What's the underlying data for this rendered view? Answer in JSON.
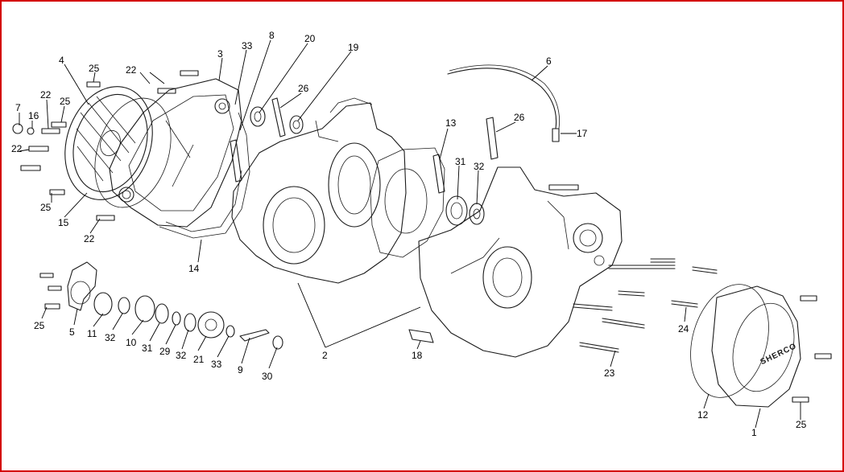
{
  "frame_color": "#d40000",
  "ink_color": "#1a1a1a",
  "brand_text": "SHERCO",
  "callouts": [
    {
      "id": "c4",
      "label": "4"
    },
    {
      "id": "c25a",
      "label": "25"
    },
    {
      "id": "c22a",
      "label": "22"
    },
    {
      "id": "c3",
      "label": "3"
    },
    {
      "id": "c33a",
      "label": "33"
    },
    {
      "id": "c8",
      "label": "8"
    },
    {
      "id": "c20",
      "label": "20"
    },
    {
      "id": "c19",
      "label": "19"
    },
    {
      "id": "c6",
      "label": "6"
    },
    {
      "id": "c7",
      "label": "7"
    },
    {
      "id": "c16",
      "label": "16"
    },
    {
      "id": "c22b",
      "label": "22"
    },
    {
      "id": "c25b",
      "label": "25"
    },
    {
      "id": "c26a",
      "label": "26"
    },
    {
      "id": "c22c",
      "label": "22"
    },
    {
      "id": "c13",
      "label": "13"
    },
    {
      "id": "c26b",
      "label": "26"
    },
    {
      "id": "c17",
      "label": "17"
    },
    {
      "id": "c31a",
      "label": "31"
    },
    {
      "id": "c32a",
      "label": "32"
    },
    {
      "id": "c25c",
      "label": "25"
    },
    {
      "id": "c15",
      "label": "15"
    },
    {
      "id": "c22d",
      "label": "22"
    },
    {
      "id": "c14",
      "label": "14"
    },
    {
      "id": "c25d",
      "label": "25"
    },
    {
      "id": "c5",
      "label": "5"
    },
    {
      "id": "c11",
      "label": "11"
    },
    {
      "id": "c32b",
      "label": "32"
    },
    {
      "id": "c10",
      "label": "10"
    },
    {
      "id": "c31b",
      "label": "31"
    },
    {
      "id": "c29",
      "label": "29"
    },
    {
      "id": "c32c",
      "label": "32"
    },
    {
      "id": "c21",
      "label": "21"
    },
    {
      "id": "c33b",
      "label": "33"
    },
    {
      "id": "c9",
      "label": "9"
    },
    {
      "id": "c30",
      "label": "30"
    },
    {
      "id": "c2",
      "label": "2"
    },
    {
      "id": "c18",
      "label": "18"
    },
    {
      "id": "c24",
      "label": "24"
    },
    {
      "id": "c23",
      "label": "23"
    },
    {
      "id": "c12",
      "label": "12"
    },
    {
      "id": "c1",
      "label": "1"
    },
    {
      "id": "c25e",
      "label": "25"
    }
  ]
}
